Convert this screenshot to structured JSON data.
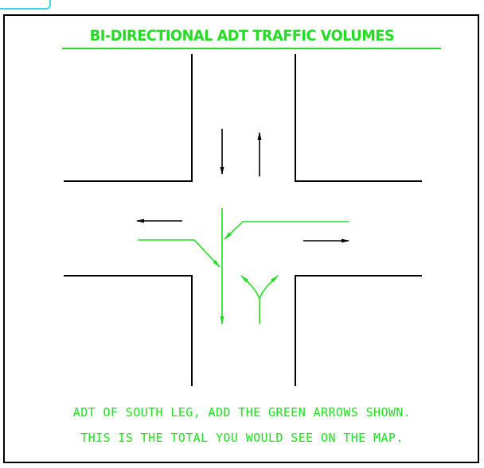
{
  "title": "BI-DIRECTIONAL ADT TRAFFIC VOLUMES",
  "notes": [
    "ADT OF SOUTH LEG, ADD THE GREEN ARROWS SHOWN.",
    "THIS IS THE TOTAL YOU WOULD SEE ON THE MAP."
  ],
  "colors": {
    "road_edges": "#000000",
    "through_arrows": "#000000",
    "south_leg_arrows": "#22dd22",
    "text": "#22dd22",
    "corner_tab": "#3fd3e8"
  }
}
